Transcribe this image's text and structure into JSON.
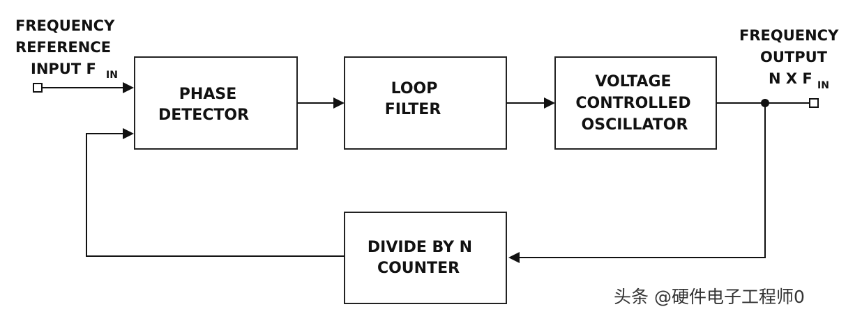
{
  "input": {
    "line1": "FREQUENCY",
    "line2": "REFERENCE",
    "line3": "INPUT F",
    "sub": "IN"
  },
  "output": {
    "line1": "FREQUENCY",
    "line2": "OUTPUT",
    "line3": "N X F",
    "sub": "IN"
  },
  "blocks": {
    "phase_detector": {
      "line1": "PHASE",
      "line2": "DETECTOR"
    },
    "loop_filter": {
      "line1": "LOOP",
      "line2": "FILTER"
    },
    "vco": {
      "line1": "VOLTAGE",
      "line2": "CONTROLLED",
      "line3": "OSCILLATOR"
    },
    "divider": {
      "line1": "DIVIDE BY N",
      "line2": "COUNTER"
    }
  },
  "watermark": "头条 @硬件电子工程师0"
}
